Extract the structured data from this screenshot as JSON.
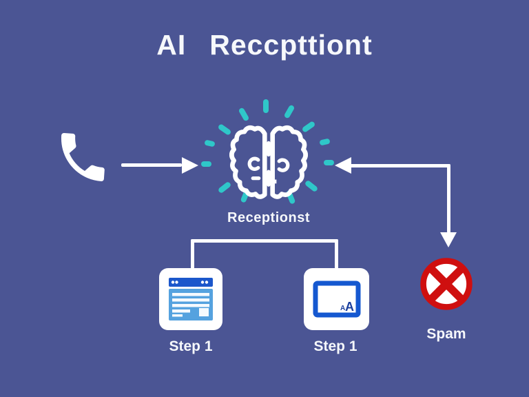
{
  "title": {
    "prefix": "AI",
    "word": "Reccpttiont"
  },
  "brain": {
    "label": "Receptionst"
  },
  "steps": [
    {
      "label": "Step 1"
    },
    {
      "label": "Step 1"
    }
  ],
  "spam": {
    "label": "Spam"
  },
  "step2_icon": {
    "small_letter": "A",
    "big_letter": "A"
  },
  "icons": {
    "phone": "phone-handset-icon",
    "brain": "pixel-brain-with-rays-icon",
    "step1": "browser-form-icon",
    "step2": "screen-text-icon",
    "spam": "red-circle-x-icon"
  },
  "colors": {
    "background": "#4b5594",
    "text_white": "#f6f8fb",
    "line_white": "#ffffff",
    "ray_teal": "#2fc7c9",
    "spam_red": "#cf0f0f",
    "icon_blue_dark": "#1b57cb",
    "icon_blue_mid": "#55a2df",
    "icon_frame_blue": "#1558d0",
    "icon_letter_blue": "#1a3f9e"
  }
}
